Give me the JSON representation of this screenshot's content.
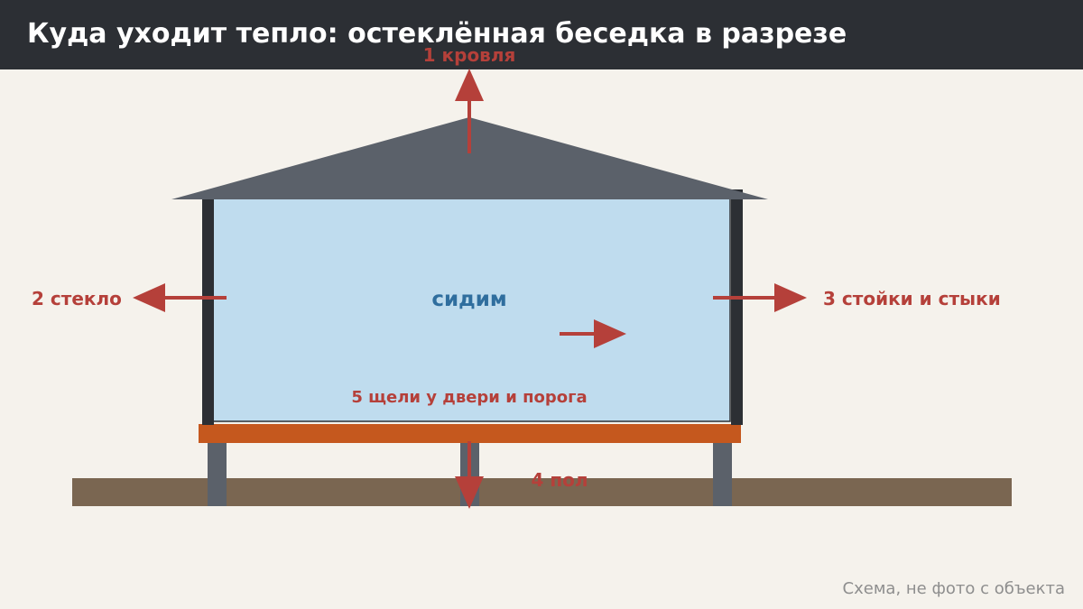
{
  "title": "Куда уходит тепло: остеклённая беседка в разрезе",
  "labels": {
    "roof": "1 кровля",
    "glass": "2 стекло",
    "posts": "3 стойки и стыки",
    "floor": "4 пол",
    "gaps": "5 щели у двери и порога",
    "center": "сидим"
  },
  "footnote": "Схема, не фото с объекта",
  "colors": {
    "header": "#2c2f34",
    "background": "#f5f2ec",
    "roof": "#5b616a",
    "glass": "#bfdcee",
    "frame": "#2c2f34",
    "floor_beam": "#c5581e",
    "ground": "#7a6651",
    "piles": "#5b616a",
    "heat_arrow": "#b5403a",
    "center_text": "#2f6e9e"
  }
}
